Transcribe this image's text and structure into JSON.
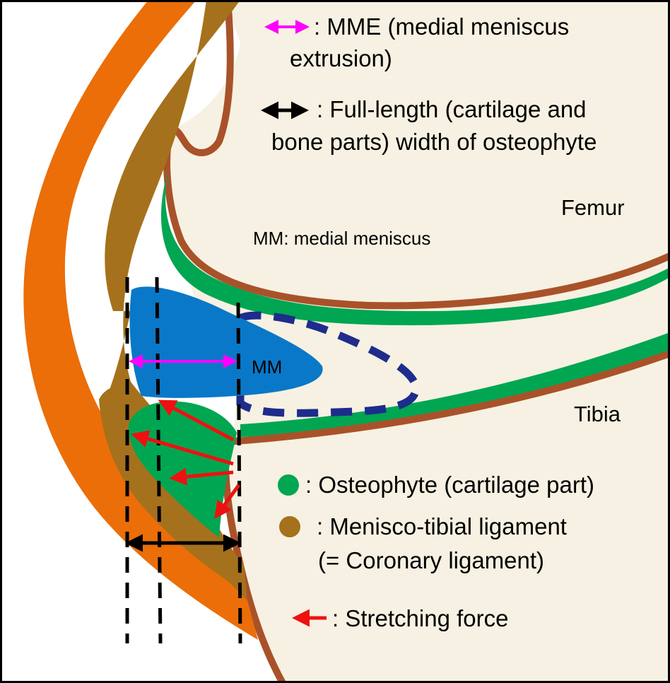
{
  "colors": {
    "bone": "#F6F1E2",
    "cortex": "#A9522A",
    "cartilage": "#00A651",
    "ligament": "#A6711C",
    "tendon": "#EB6E08",
    "meniscus": "#0A78C8",
    "meniscus_outline": "#1E2C8C",
    "mme_arrow": "#FF00FF",
    "width_arrow": "#000000",
    "force_arrow": "#EE1111",
    "guide_line": "#000000"
  },
  "legend": {
    "mme_line1": ": MME (medial meniscus",
    "mme_line2": "extrusion)",
    "width_line1": ": Full-length (cartilage and",
    "width_line2": "bone parts) width of osteophyte",
    "osteophyte": ": Osteophyte (cartilage part)",
    "ligament_line1": ": Menisco-tibial ligament",
    "ligament_line2": "(= Coronary ligament)",
    "force": ": Stretching force"
  },
  "labels": {
    "femur": "Femur",
    "mm_def": "MM: medial meniscus",
    "mm": "MM",
    "tibia": "Tibia"
  },
  "icons": {
    "mme": "double-arrow-icon",
    "width": "double-arrow-icon",
    "osteophyte": "circle-icon",
    "ligament": "circle-icon",
    "force": "arrow-left-icon"
  }
}
